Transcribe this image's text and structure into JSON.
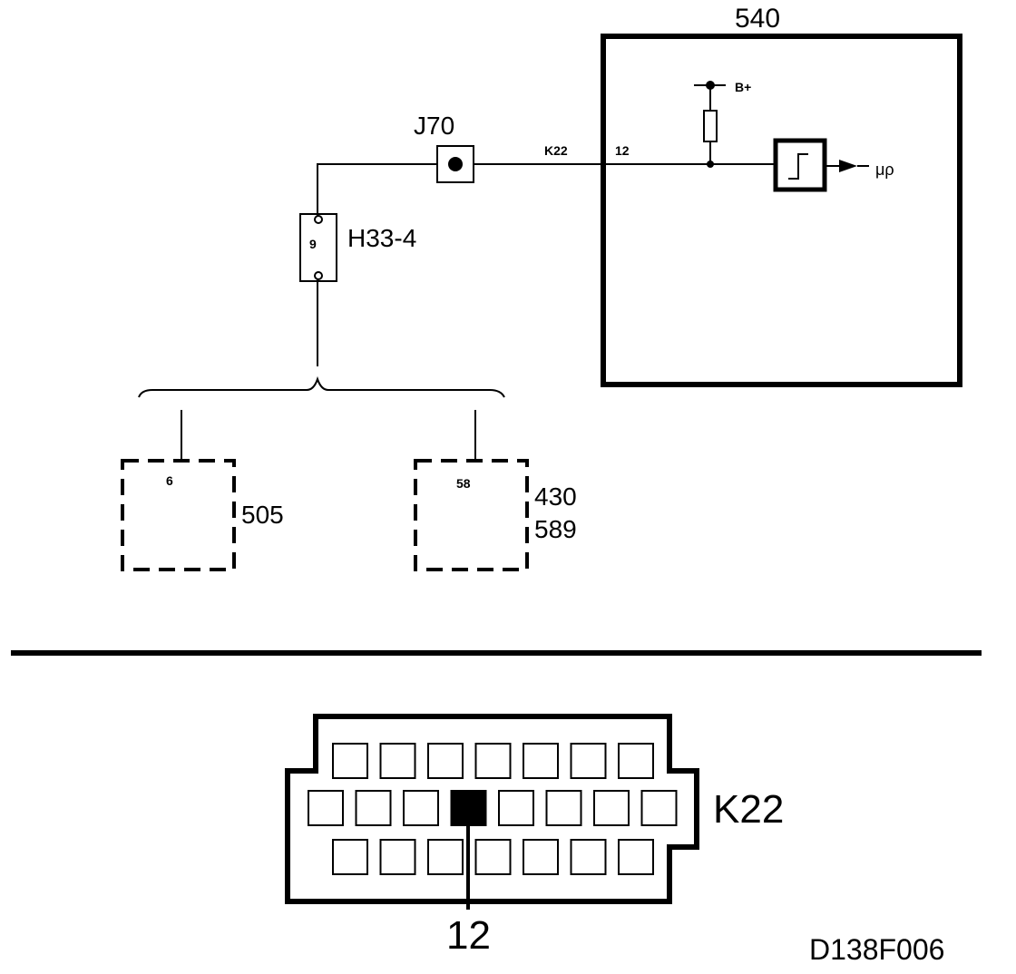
{
  "module_540": {
    "label": "540",
    "supply_label": "B+",
    "output_label": "μρ"
  },
  "junction": {
    "label": "J70"
  },
  "wire": {
    "connector_label": "K22",
    "pin_label": "12"
  },
  "connector_h33": {
    "label": "H33-4",
    "pin": "9"
  },
  "module_505": {
    "label": "505",
    "pin": "6"
  },
  "module_430_589": {
    "label_1": "430",
    "label_2": "589",
    "pin": "58"
  },
  "connector_k22": {
    "label": "K22",
    "highlighted_pin": "12",
    "rows": [
      7,
      8,
      7
    ],
    "highlighted_row": 2,
    "highlighted_col": 4
  },
  "drawing_ref": "D138F006"
}
